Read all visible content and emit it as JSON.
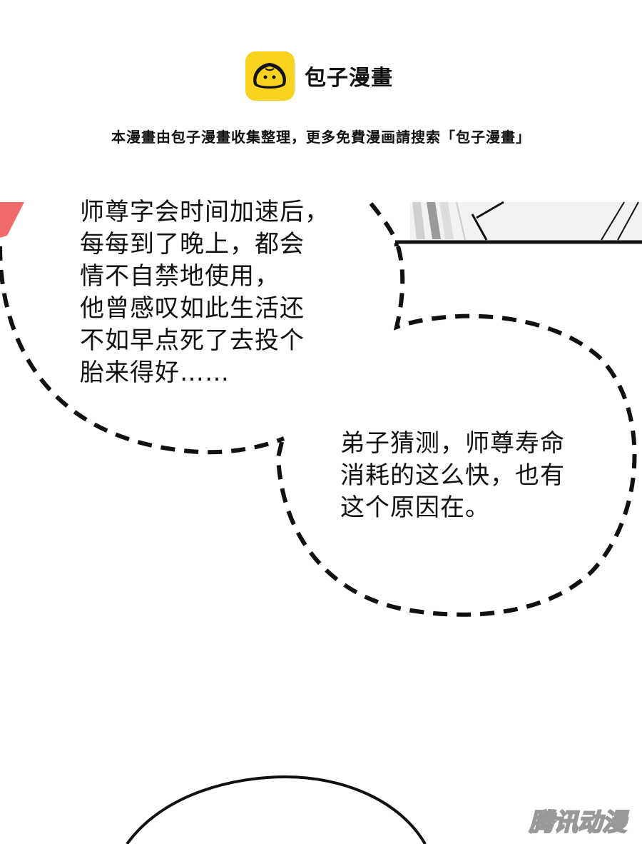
{
  "brand": {
    "name": "包子漫畫",
    "icon": "steamed-bun-logo",
    "logo_color": "#F7D21E"
  },
  "notice": "本漫畫由包子漫畫收集整理，更多免費漫画請搜索「包子漫畫」",
  "bubbles": [
    {
      "text": "师尊字会时间加速后，\n每每到了晚上，都会\n情不自禁地使用，\n他曾感叹如此生活还\n不如早点死了去投个\n胎来得好……"
    },
    {
      "text": "弟子猜测，师尊寿命\n消耗的这么快，也有\n这个原因在。"
    }
  ],
  "watermark": "腾讯动漫",
  "colors": {
    "red_fragment": "#F26B6B",
    "ink": "#111111"
  }
}
